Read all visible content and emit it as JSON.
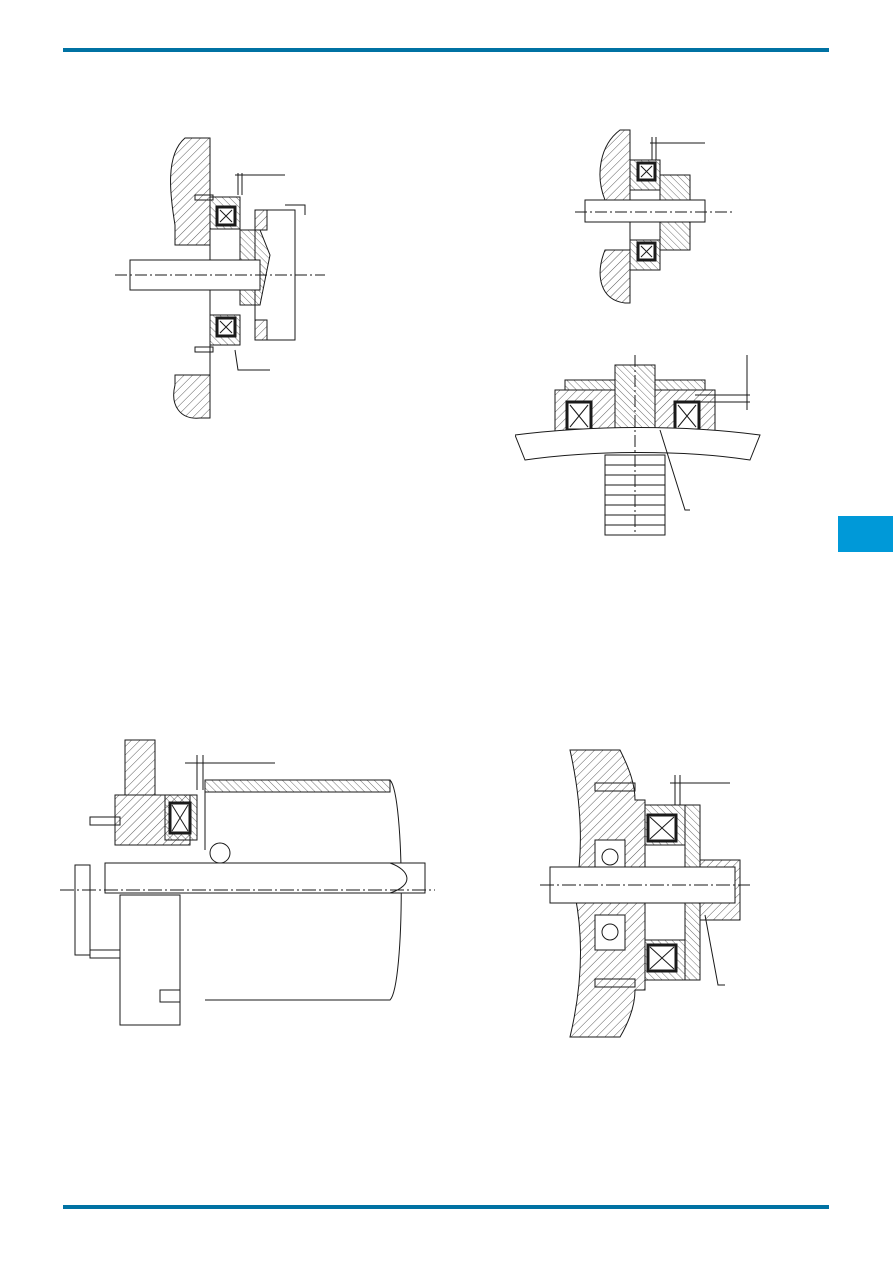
{
  "page": {
    "rule_color": "#0072a3",
    "tab_color": "#0099d8",
    "line_color": "#1a1a1a",
    "hatch_color": "#333333"
  },
  "figures": [
    {
      "name": "figure-top-left-clutch-brake",
      "icon": "cross-section-drawing"
    },
    {
      "name": "figure-top-right-shaft-mount",
      "icon": "cross-section-drawing"
    },
    {
      "name": "figure-middle-right-screw-mount",
      "icon": "cross-section-drawing"
    },
    {
      "name": "figure-bottom-left-roller-drive",
      "icon": "cross-section-drawing"
    },
    {
      "name": "figure-bottom-right-flange-mount",
      "icon": "cross-section-drawing"
    }
  ]
}
